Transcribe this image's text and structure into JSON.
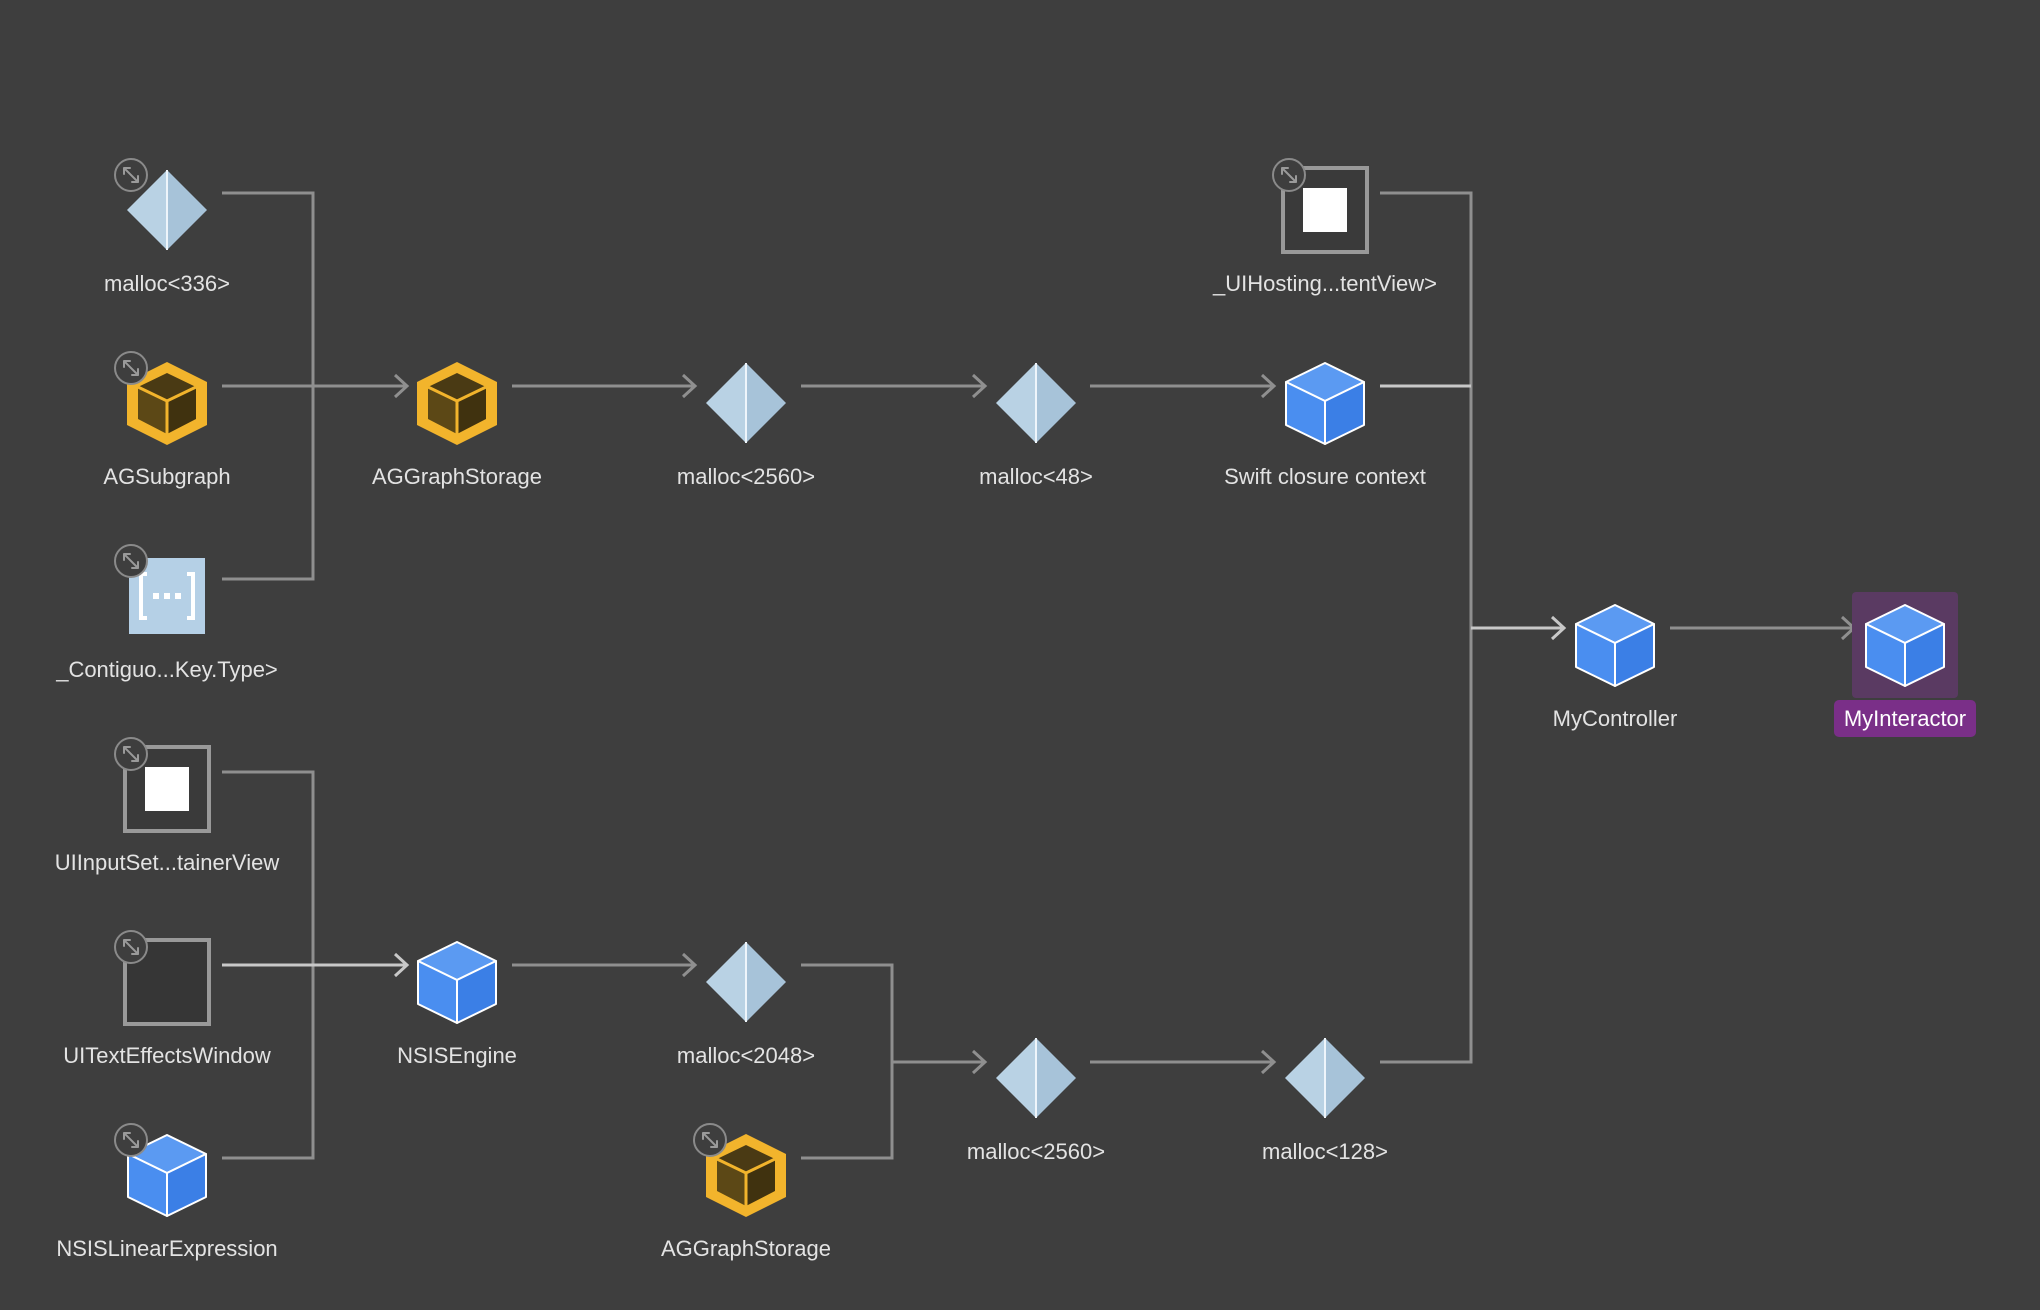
{
  "nodes": [
    {
      "id": "n1",
      "label": "malloc<336>",
      "kind": "pyramid",
      "expand": true
    },
    {
      "id": "n2",
      "label": "AGSubgraph",
      "kind": "cube-gold",
      "expand": true
    },
    {
      "id": "n3",
      "label": "_Contiguo...Key.Type>",
      "kind": "array",
      "expand": true
    },
    {
      "id": "n4",
      "label": "AGGraphStorage",
      "kind": "cube-gold",
      "expand": false
    },
    {
      "id": "n5",
      "label": "malloc<2560>",
      "kind": "pyramid",
      "expand": false
    },
    {
      "id": "n6",
      "label": "malloc<48>",
      "kind": "pyramid",
      "expand": false
    },
    {
      "id": "n7",
      "label": "_UIHosting...tentView>",
      "kind": "view-white",
      "expand": true
    },
    {
      "id": "n8",
      "label": "Swift closure context",
      "kind": "cube-blue",
      "expand": false
    },
    {
      "id": "n9",
      "label": "MyController",
      "kind": "cube-blue",
      "expand": false
    },
    {
      "id": "n10",
      "label": "MyInteractor",
      "kind": "cube-blue",
      "expand": false,
      "selected": true
    },
    {
      "id": "n11",
      "label": "UIInputSet...tainerView",
      "kind": "view-white",
      "expand": true
    },
    {
      "id": "n12",
      "label": "UITextEffectsWindow",
      "kind": "view-empty",
      "expand": true
    },
    {
      "id": "n13",
      "label": "NSISLinearExpression",
      "kind": "cube-blue",
      "expand": true
    },
    {
      "id": "n14",
      "label": "NSISEngine",
      "kind": "cube-blue",
      "expand": false
    },
    {
      "id": "n15",
      "label": "malloc<2048>",
      "kind": "pyramid",
      "expand": false
    },
    {
      "id": "n16",
      "label": "AGGraphStorage",
      "kind": "cube-gold",
      "expand": true
    },
    {
      "id": "n17",
      "label": "malloc<2560>",
      "kind": "pyramid",
      "expand": false
    },
    {
      "id": "n18",
      "label": "malloc<128>",
      "kind": "pyramid",
      "expand": false
    }
  ],
  "colors": {
    "background": "#3e3e3e",
    "edge": "#8f8f8f",
    "edge_bright": "#c8c8c8",
    "label": "#e3e3e3",
    "selection": "#7a2f88",
    "cube_blue": "#4a8ef0",
    "cube_gold": "#f2b42c",
    "pyramid": "#b9d2e4"
  }
}
